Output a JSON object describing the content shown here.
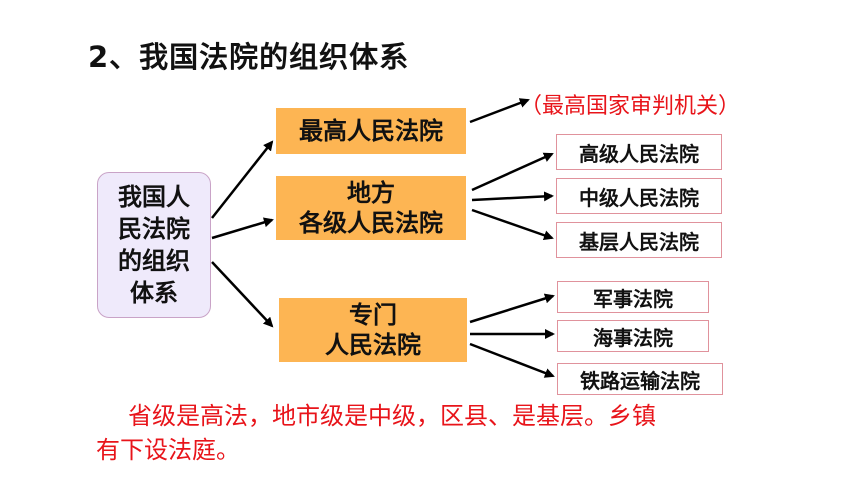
{
  "title": "2、我国法院的组织体系",
  "root": "我国人民法院的组织体系",
  "nodes": {
    "supreme": "最高人民法院",
    "local_line1": "地方",
    "local_line2": "各级人民法院",
    "special_line1": "专门",
    "special_line2": "人民法院"
  },
  "supreme_note": "（最高国家审判机关）",
  "local_children": [
    "高级人民法院",
    "中级人民法院",
    "基层人民法院"
  ],
  "special_children": [
    "军事法院",
    "海事法院",
    "铁路运输法院"
  ],
  "note_line1": "省级是高法，地市级是中级，区县、是基层。乡镇",
  "note_line2": "有下设法庭。",
  "colors": {
    "node_fill": "#fdb553",
    "root_fill": "#efeafb",
    "text_red": "#e8141a"
  }
}
